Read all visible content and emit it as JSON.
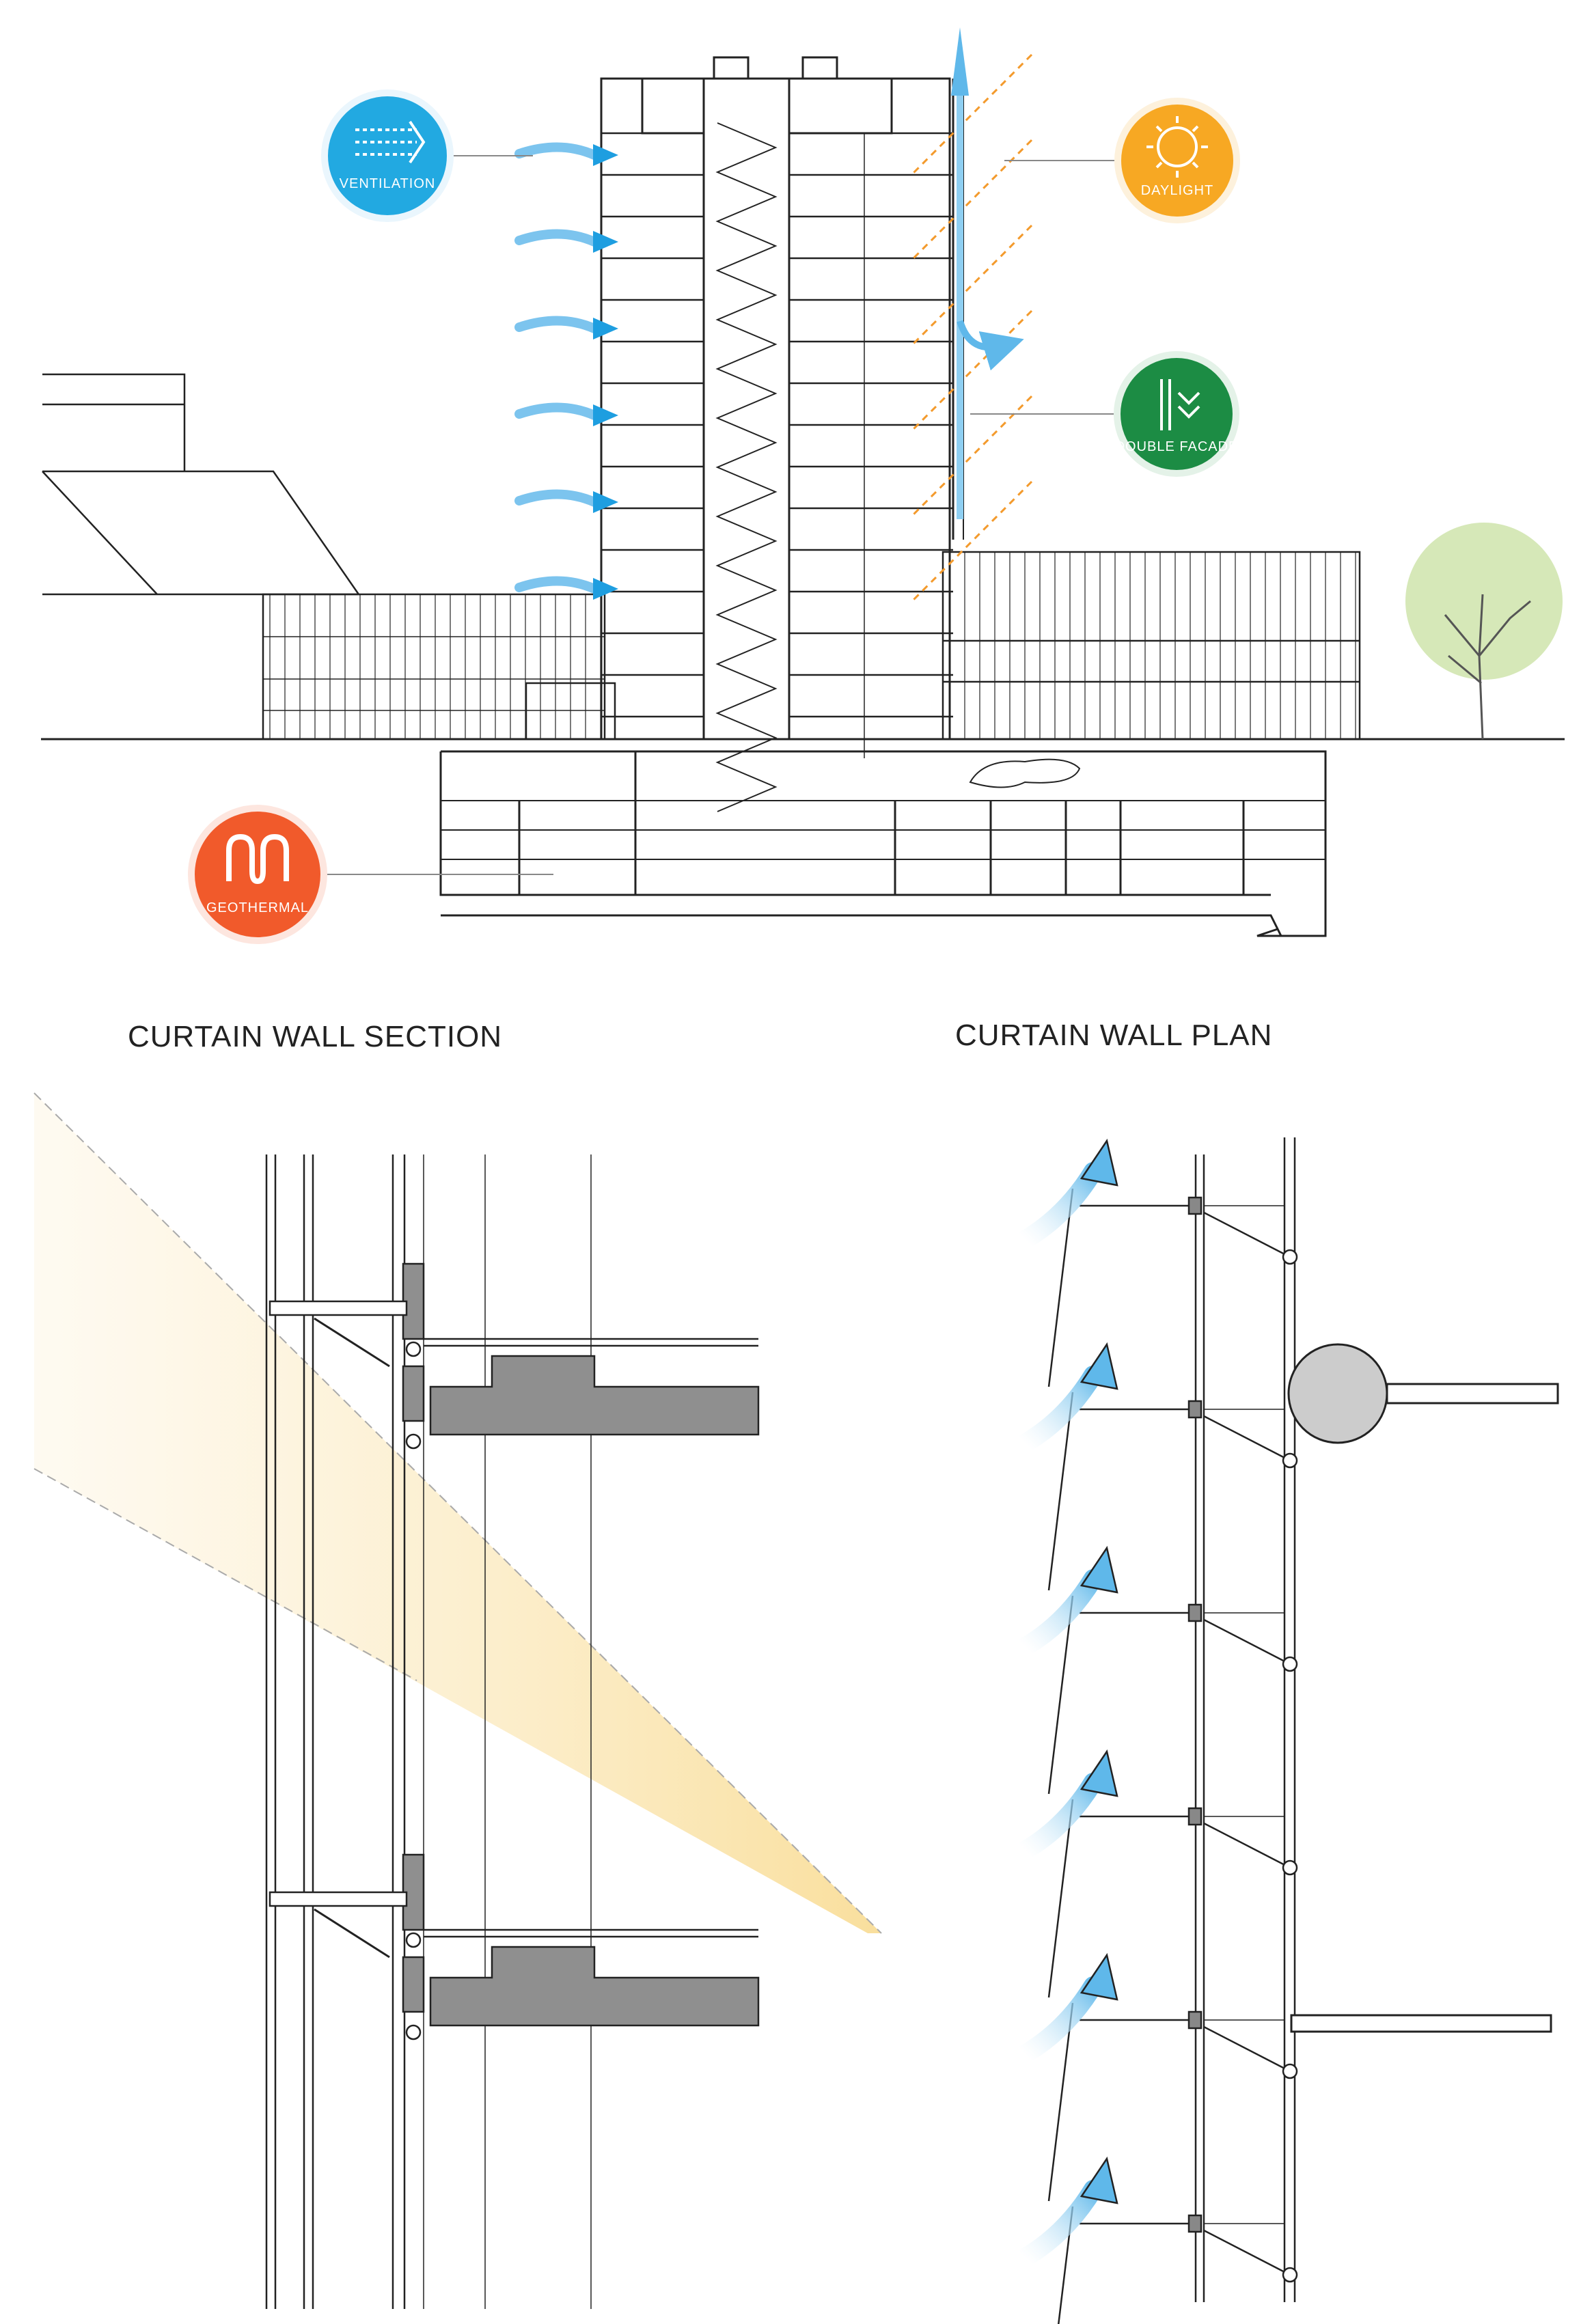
{
  "badges": {
    "ventilation": {
      "label": "VENTILATION",
      "color": "#22a9e1"
    },
    "daylight": {
      "label": "DAYLIGHT",
      "color": "#f7a823"
    },
    "double_facade": {
      "label": "DOUBLE FACADE",
      "color": "#1c8c44"
    },
    "geothermal": {
      "label": "GEOTHERMAL",
      "color": "#f15a2b"
    }
  },
  "sections": {
    "curtain_wall_section": {
      "title": "CURTAIN WALL SECTION"
    },
    "curtain_wall_plan": {
      "title": "CURTAIN WALL PLAN"
    }
  },
  "colors": {
    "line": "#222222",
    "airflow": "#5fb8ea",
    "sun_ray": "#f39a2c",
    "sunlight_band": "#fbe5b0",
    "tree": "#d6e8b8",
    "slab_fill": "#8f8f8f"
  },
  "icons": [
    "wind-icon",
    "sun-icon",
    "double-facade-icon",
    "geothermal-loop-icon",
    "tree-icon",
    "column-circle-icon"
  ]
}
